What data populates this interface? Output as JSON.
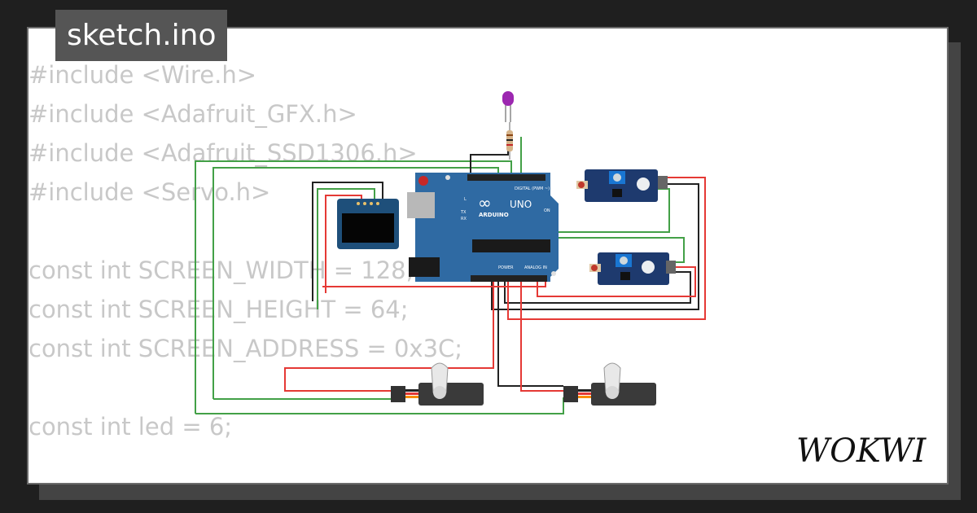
{
  "file": {
    "name": "sketch.ino"
  },
  "code_lines": [
    "#include <Wire.h>",
    "#include <Adafruit_GFX.h>",
    "#include <Adafruit_SSD1306.h>",
    "#include <Servo.h>",
    "",
    "const int SCREEN_WIDTH = 128;",
    "const int SCREEN_HEIGHT = 64;",
    "const int SCREEN_ADDRESS = 0x3C;",
    "",
    "const int led = 6;"
  ],
  "board": {
    "model": "UNO",
    "brand": "ARDUINO",
    "digital_label": "DIGITAL (PWM ~)",
    "power_label": "POWER",
    "analog_label": "ANALOG IN",
    "on_label": "ON",
    "tx_label": "TX",
    "rx_label": "RX",
    "l_label": "L"
  },
  "brand": {
    "name": "WOKWI"
  },
  "colors": {
    "wire_red": "#e53935",
    "wire_green": "#43a047",
    "wire_black": "#222222",
    "board": "#2f6aa3"
  }
}
